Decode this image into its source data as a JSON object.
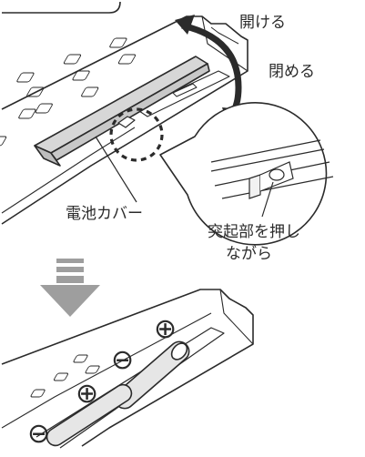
{
  "labels": {
    "open": "開ける",
    "close": "閉める",
    "battery_cover": "電池カバー",
    "callout_line1": "突起部を押し",
    "callout_line2": "ながら"
  },
  "polarity": {
    "plus": "⊕",
    "minus": "⊖"
  },
  "colors": {
    "outline": "#2b2b2b",
    "arrow_fill": "#2b2b2b",
    "step_arrow": "#9e9e9e",
    "cover_fill": "#d7d7d7",
    "battery_fill": "#e6e6e6"
  }
}
